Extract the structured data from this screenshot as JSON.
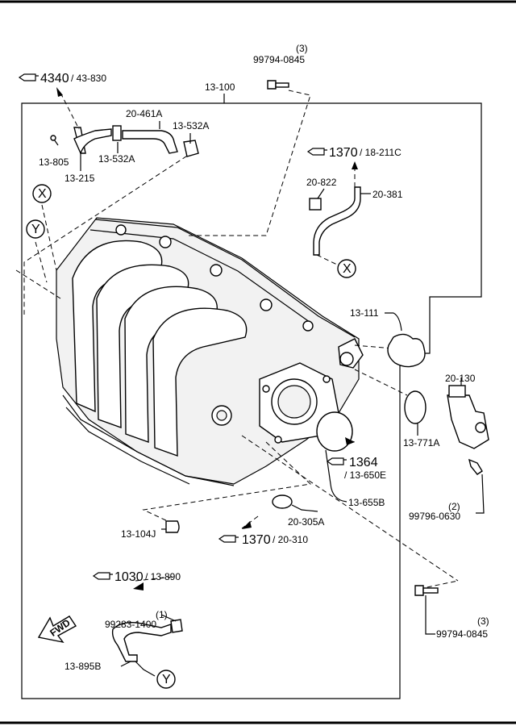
{
  "callouts": [
    {
      "id": "ref-4340",
      "num": "4340",
      "sub": "/ 43-830"
    },
    {
      "id": "ref-1370-top",
      "num": "1370",
      "sub": "/ 18-211C"
    },
    {
      "id": "ref-1364",
      "num": "1364",
      "sub": "/ 13-650E"
    },
    {
      "id": "ref-1370-bottom",
      "num": "1370",
      "sub": "/ 20-310"
    },
    {
      "id": "ref-1030",
      "num": "1030",
      "sub": "/ 13-890"
    }
  ],
  "parts": [
    {
      "id": "13-100",
      "text": "13-100"
    },
    {
      "id": "99794-0845-top",
      "text": "99794-0845"
    },
    {
      "id": "qty-3-top",
      "text": "(3)"
    },
    {
      "id": "20-461A",
      "text": "20-461A"
    },
    {
      "id": "13-532A-a",
      "text": "13-532A"
    },
    {
      "id": "13-532A-b",
      "text": "13-532A"
    },
    {
      "id": "13-805",
      "text": "13-805"
    },
    {
      "id": "13-215",
      "text": "13-215"
    },
    {
      "id": "20-822",
      "text": "20-822"
    },
    {
      "id": "20-381",
      "text": "20-381"
    },
    {
      "id": "13-111",
      "text": "13-111"
    },
    {
      "id": "20-130",
      "text": "20-130"
    },
    {
      "id": "13-771A",
      "text": "13-771A"
    },
    {
      "id": "qty-2",
      "text": "(2)"
    },
    {
      "id": "99796-0630",
      "text": "99796-0630"
    },
    {
      "id": "13-655B",
      "text": "13-655B"
    },
    {
      "id": "20-305A",
      "text": "20-305A"
    },
    {
      "id": "13-104J",
      "text": "13-104J"
    },
    {
      "id": "qty-1",
      "text": "(1)"
    },
    {
      "id": "99283-1400",
      "text": "99283-1400"
    },
    {
      "id": "13-895B",
      "text": "13-895B"
    },
    {
      "id": "qty-3-bottom",
      "text": "(3)"
    },
    {
      "id": "99794-0845-bottom",
      "text": "99794-0845"
    }
  ],
  "markers": {
    "x": "X",
    "y": "Y"
  },
  "fwd": "FWD"
}
